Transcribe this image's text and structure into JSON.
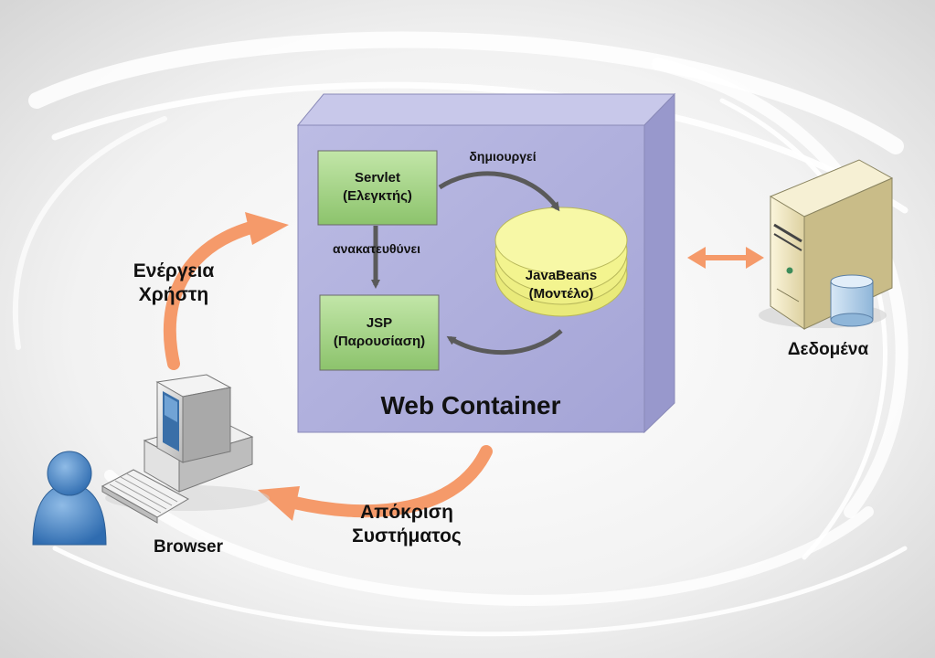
{
  "diagram": {
    "container": {
      "label": "Web Container"
    },
    "servlet": {
      "name": "Servlet",
      "role": "(Ελεγκτής)"
    },
    "jsp": {
      "name": "JSP",
      "role": "(Παρουσίαση)"
    },
    "javabeans": {
      "name": "JavaBeans",
      "role": "(Μοντέλο)"
    },
    "edges": {
      "creates": "δημιουργεί",
      "redirects": "ανακατευθύνει"
    },
    "user_action": {
      "line1": "Ενέργεια",
      "line2": "Χρήστη"
    },
    "system_response": {
      "line1": "Απόκριση",
      "line2": "Συστήματος"
    },
    "browser": {
      "label": "Browser"
    },
    "data": {
      "label": "Δεδομένα"
    },
    "colors": {
      "container_fill": "#b0b0dc",
      "component_fill": "#a6d58a",
      "bean_fill": "#f1f28a",
      "flow_arrow": "#f59a6a",
      "server_fill": "#efe7c3",
      "db_fill": "#b8d4ea",
      "person_fill": "#4b86c6"
    }
  }
}
